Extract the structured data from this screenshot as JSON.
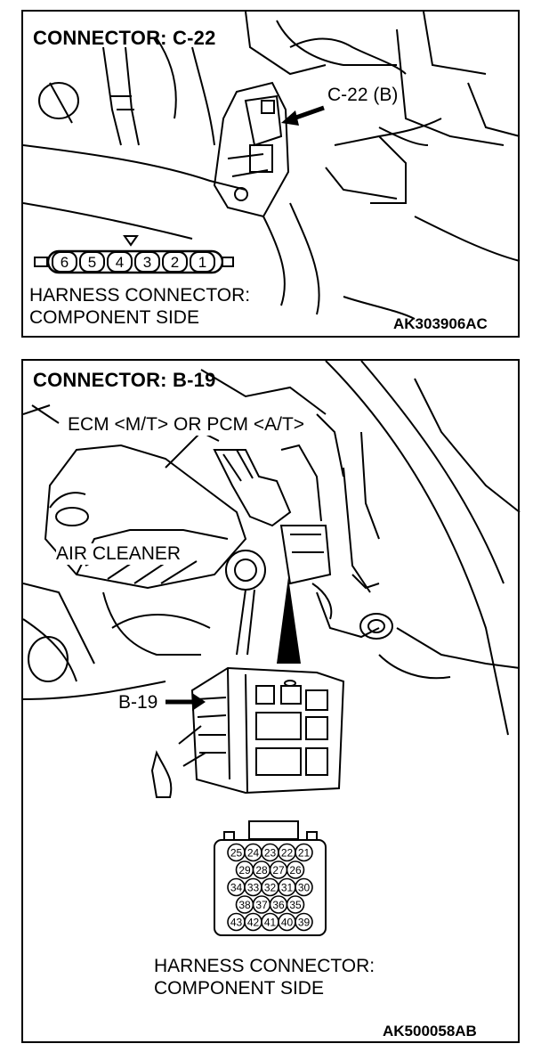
{
  "top_panel": {
    "title": "CONNECTOR: C-22",
    "callout": "C-22 (B)",
    "pins": [
      "6",
      "5",
      "4",
      "3",
      "2",
      "1"
    ],
    "caption_line1": "HARNESS CONNECTOR:",
    "caption_line2": "COMPONENT SIDE",
    "figure_code": "AK303906AC"
  },
  "bottom_panel": {
    "title": "CONNECTOR: B-19",
    "ecm_label": "ECM <M/T> OR PCM <A/T>",
    "air_cleaner_label": "AIR CLEANER",
    "callout": "B-19",
    "pin_rows": [
      [
        "25",
        "24",
        "23",
        "22",
        "21"
      ],
      [
        "29",
        "28",
        "27",
        "26"
      ],
      [
        "34",
        "33",
        "32",
        "31",
        "30"
      ],
      [
        "38",
        "37",
        "36",
        "35"
      ],
      [
        "43",
        "42",
        "41",
        "40",
        "39"
      ]
    ],
    "caption_line1": "HARNESS CONNECTOR:",
    "caption_line2": "COMPONENT SIDE",
    "figure_code": "AK500058AB"
  }
}
